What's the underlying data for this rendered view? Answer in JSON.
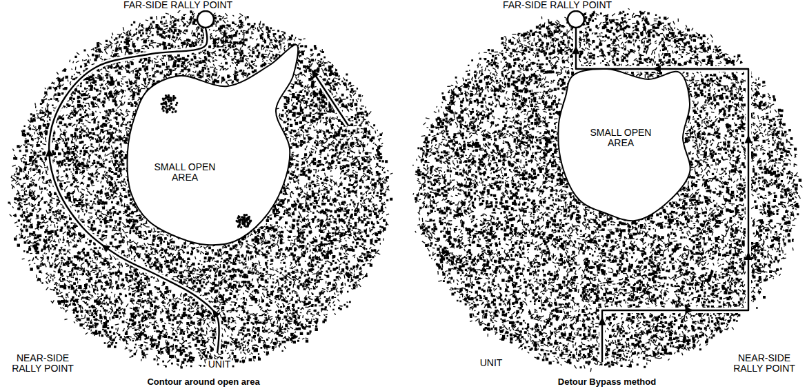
{
  "diagram": {
    "nodes": [
      {
        "text": [
          "FAR-SIDE RALLY POINT"
        ]
      },
      {
        "text": [
          "SMALL OPEN AREA"
        ]
      },
      {
        "text": [
          "FAR-SIDE RALLY POINT"
        ]
      },
      {
        "text": [
          "SMALL OPEN AREA"
        ]
      }
    ],
    "labels": [
      "NEAR-SIDE RALLY POINT",
      "UNIT",
      "UNIT",
      "NEAR-SIDE RALLY POINT",
      "Contour around open area",
      "Detour Bypass method"
    ]
  }
}
